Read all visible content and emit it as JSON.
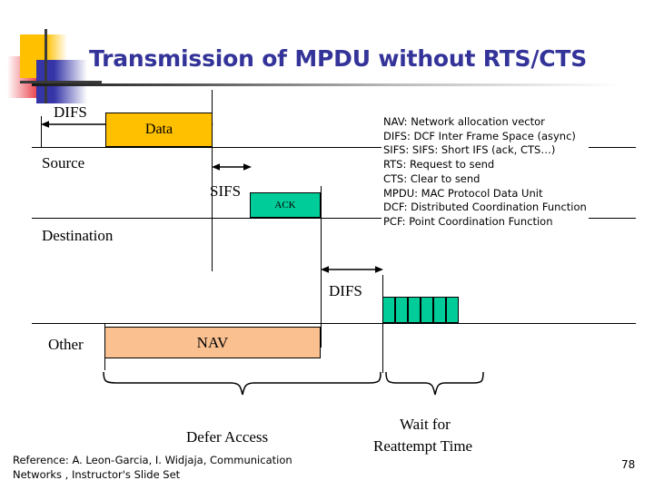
{
  "slide": {
    "title": "Transmission of MPDU without RTS/CTS",
    "page_number": "78",
    "title_color": "#333399"
  },
  "diagram": {
    "rows": [
      {
        "label": "Source"
      },
      {
        "label": "Destination"
      },
      {
        "label": "Other"
      }
    ],
    "blocks": [
      {
        "name": "data",
        "label": "Data",
        "color": "#FFC000"
      },
      {
        "name": "ack",
        "label": "ACK",
        "color": "#00CC99"
      },
      {
        "name": "nav",
        "label": "NAV",
        "color": "#FAC090"
      }
    ],
    "intervals": [
      {
        "name": "difs-source",
        "label": "DIFS"
      },
      {
        "name": "sifs",
        "label": "SIFS"
      },
      {
        "name": "difs-other",
        "label": "DIFS"
      }
    ],
    "contention_window": {
      "name": "contention-window",
      "cells": 6,
      "color": "#00CC99"
    },
    "braces": [
      {
        "name": "defer-access",
        "label": "Defer Access"
      },
      {
        "name": "wait-reattempt",
        "label": "Wait for\nReattempt Time",
        "line1": "Wait for",
        "line2": "Reattempt Time"
      }
    ]
  },
  "legend": {
    "entries": [
      "NAV: Network allocation vector",
      "DIFS: DCF Inter Frame Space (async)",
      "SIFS: SIFS: Short IFS (ack, CTS…)",
      "RTS: Request to send",
      "CTS: Clear to send",
      "MPDU: MAC Protocol Data Unit",
      "DCF: Distributed Coordination Function",
      "PCF: Point Coordination Function"
    ]
  },
  "footnote": {
    "line1": "Reference: A. Leon-Garcia, I. Widjaja, Communication",
    "line2": "Networks , Instructor's Slide Set"
  }
}
